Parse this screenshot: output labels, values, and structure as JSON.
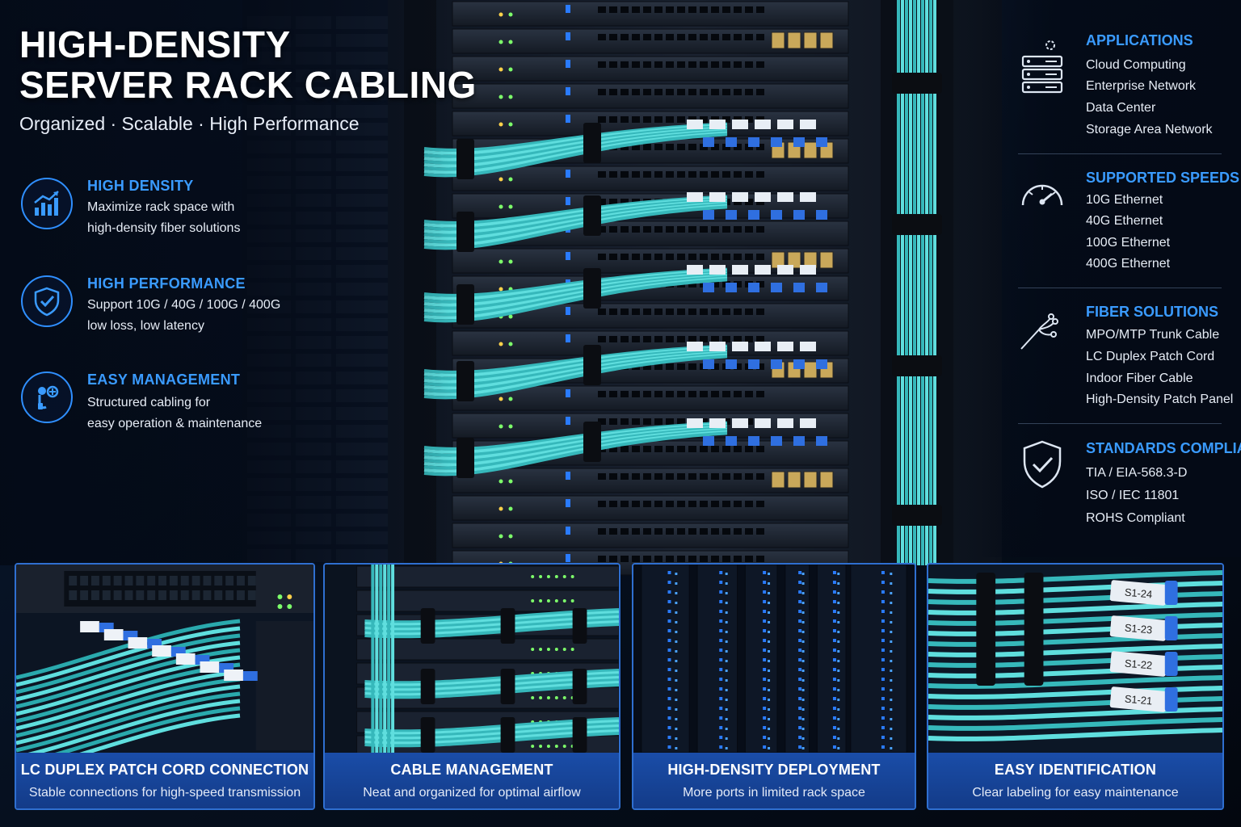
{
  "header": {
    "title_line1": "HIGH-DENSITY",
    "title_line2": "SERVER RACK CABLING",
    "subtitle": "Organized · Scalable · High Performance"
  },
  "features": [
    {
      "icon": "bar-chart-icon",
      "heading": "HIGH DENSITY",
      "lines": [
        "Maximize rack space with",
        "high-density fiber solutions"
      ]
    },
    {
      "icon": "shield-check-icon",
      "heading": "HIGH PERFORMANCE",
      "lines": [
        "Support 10G / 40G / 100G / 400G",
        "low loss, low latency"
      ]
    },
    {
      "icon": "cable-wrench-icon",
      "heading": "EASY MANAGEMENT",
      "lines": [
        "Structured cabling for",
        "easy operation & maintenance"
      ]
    }
  ],
  "info_panel": [
    {
      "icon": "server-icon",
      "heading": "APPLICATIONS",
      "items": [
        "Cloud Computing",
        "Enterprise Network",
        "Data Center",
        "Storage Area Network"
      ]
    },
    {
      "icon": "speedometer-icon",
      "heading": "SUPPORTED SPEEDS",
      "items": [
        "10G Ethernet",
        "40G Ethernet",
        "100G Ethernet",
        "400G Ethernet"
      ]
    },
    {
      "icon": "fiber-optic-icon",
      "heading": "FIBER SOLUTIONS",
      "items": [
        "MPO/MTP Trunk Cable",
        "LC Duplex Patch Cord",
        "Indoor Fiber Cable",
        "High-Density Patch Panel"
      ]
    },
    {
      "icon": "shield-check-icon",
      "heading": "STANDARDS COMPLIANCE",
      "items": [
        "TIA / EIA-568.3-D",
        "ISO / IEC 11801",
        "ROHS Compliant"
      ]
    }
  ],
  "cards": [
    {
      "title": "LC DUPLEX PATCH CORD CONNECTION",
      "subtitle": "Stable connections for high-speed transmission"
    },
    {
      "title": "CABLE MANAGEMENT",
      "subtitle": "Neat and organized for optimal airflow"
    },
    {
      "title": "HIGH-DENSITY DEPLOYMENT",
      "subtitle": "More ports in limited rack space"
    },
    {
      "title": "EASY IDENTIFICATION",
      "subtitle": "Clear labeling for easy maintenance",
      "labels": [
        "S1-24",
        "S1-23",
        "S1-22",
        "S1-21"
      ]
    }
  ],
  "colors": {
    "accent": "#3a9bff",
    "cable": "#3ec6c8",
    "caption_bg": "#1a4da8",
    "background": "#050b16"
  }
}
